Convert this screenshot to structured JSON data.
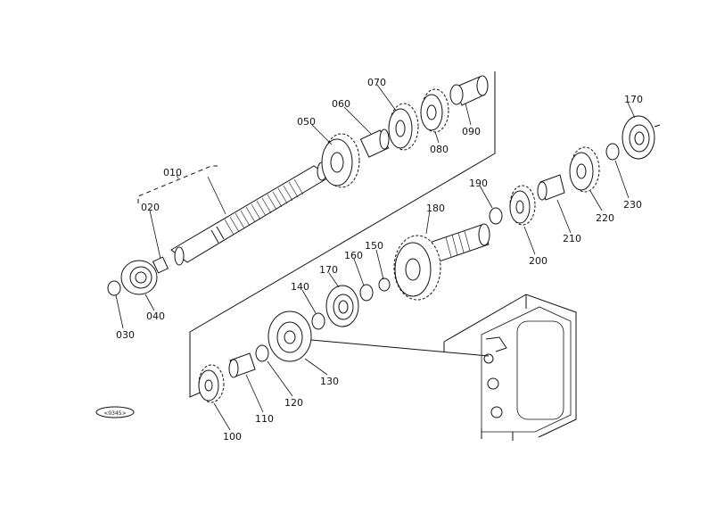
{
  "parts": [
    {
      "key": "p010",
      "label": "010"
    },
    {
      "key": "p020",
      "label": "020"
    },
    {
      "key": "p030",
      "label": "030"
    },
    {
      "key": "p040",
      "label": "040"
    },
    {
      "key": "p050",
      "label": "050"
    },
    {
      "key": "p060",
      "label": "060"
    },
    {
      "key": "p070",
      "label": "070"
    },
    {
      "key": "p080",
      "label": "080"
    },
    {
      "key": "p090",
      "label": "090"
    },
    {
      "key": "p100",
      "label": "100"
    },
    {
      "key": "p110",
      "label": "110"
    },
    {
      "key": "p120",
      "label": "120"
    },
    {
      "key": "p130",
      "label": "130"
    },
    {
      "key": "p140",
      "label": "140"
    },
    {
      "key": "p150",
      "label": "150"
    },
    {
      "key": "p160",
      "label": "160"
    },
    {
      "key": "p170a",
      "label": "170"
    },
    {
      "key": "p170b",
      "label": "170"
    },
    {
      "key": "p180",
      "label": "180"
    },
    {
      "key": "p190",
      "label": "190"
    },
    {
      "key": "p200",
      "label": "200"
    },
    {
      "key": "p210",
      "label": "210"
    },
    {
      "key": "p220",
      "label": "220"
    },
    {
      "key": "p230",
      "label": "230"
    }
  ],
  "stamp": {
    "text": "<0345>"
  }
}
